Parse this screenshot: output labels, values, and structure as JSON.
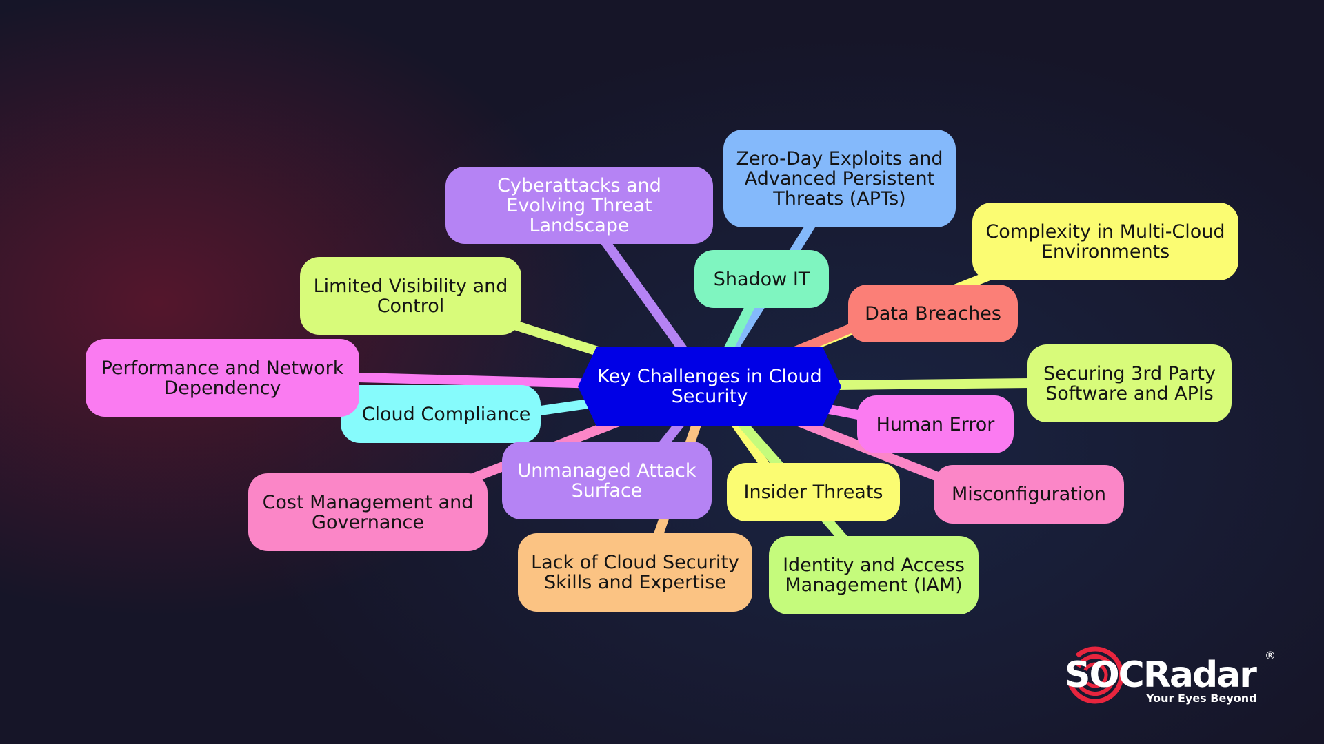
{
  "diagram": {
    "center": "Key Challenges in Cloud Security",
    "nodes": [
      {
        "id": "cyberattacks",
        "label": "Cyberattacks and Evolving Threat Landscape",
        "color": "#b583f4"
      },
      {
        "id": "zero-day",
        "label": "Zero-Day Exploits and Advanced Persistent Threats (APTs)",
        "color": "#84b9fb"
      },
      {
        "id": "multi-cloud",
        "label": "Complexity in Multi-Cloud Environments",
        "color": "#fbfc72"
      },
      {
        "id": "limited-visibility",
        "label": "Limited Visibility and Control",
        "color": "#d8fb7a"
      },
      {
        "id": "shadow-it",
        "label": "Shadow IT",
        "color": "#7ff5c0"
      },
      {
        "id": "data-breaches",
        "label": "Data Breaches",
        "color": "#fb7f77"
      },
      {
        "id": "performance",
        "label": "Performance and Network Dependency",
        "color": "#fa7bf1"
      },
      {
        "id": "third-party",
        "label": "Securing 3rd Party Software and APIs",
        "color": "#d8fb7a"
      },
      {
        "id": "cloud-compliance",
        "label": "Cloud Compliance",
        "color": "#86fbfc"
      },
      {
        "id": "human-error",
        "label": "Human Error",
        "color": "#fb7bf1"
      },
      {
        "id": "cost-management",
        "label": "Cost Management and Governance",
        "color": "#fb86c7"
      },
      {
        "id": "unmanaged-attack",
        "label": "Unmanaged Attack Surface",
        "color": "#b583f4"
      },
      {
        "id": "insider-threats",
        "label": "Insider Threats",
        "color": "#fbfc72"
      },
      {
        "id": "misconfiguration",
        "label": "Misconfiguration",
        "color": "#fb86c7"
      },
      {
        "id": "lack-of-skills",
        "label": "Lack of Cloud Security Skills and Expertise",
        "color": "#fbc383"
      },
      {
        "id": "iam",
        "label": "Identity and Access Management (IAM)",
        "color": "#c5fb7c"
      }
    ]
  },
  "brand": {
    "name": "SOCRadar",
    "registered": "®",
    "tagline": "Your Eyes Beyond",
    "accent": "#e8253e"
  }
}
